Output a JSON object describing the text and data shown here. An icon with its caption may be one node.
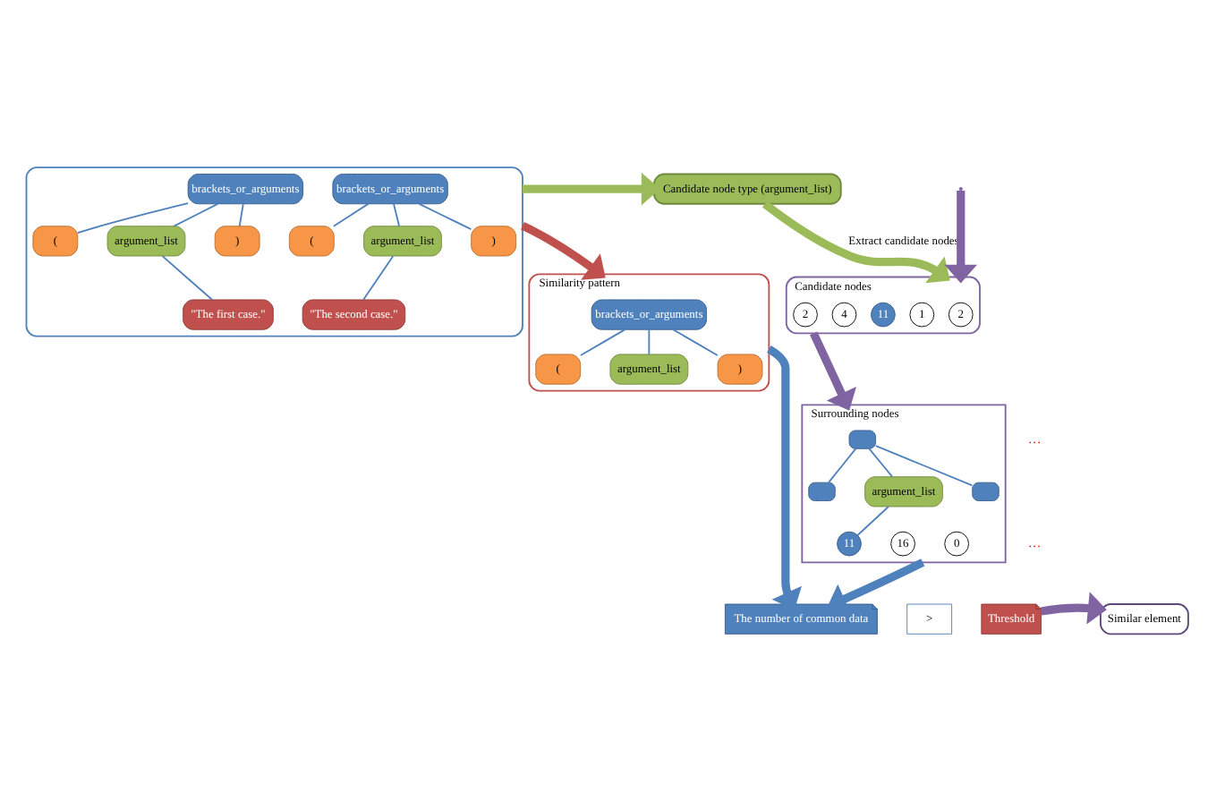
{
  "diagram": {
    "nodes": [
      {
        "text": [],
        "shape": "box"
      },
      {
        "text": [
          "brackets_or_arguments"
        ],
        "in": 0
      },
      {
        "text": [
          "("
        ],
        "in": 0
      },
      {
        "text": [
          "argument_list"
        ],
        "in": 0
      },
      {
        "text": [
          ")"
        ],
        "in": 0
      },
      {
        "text": [
          "\"The first case.\""
        ],
        "in": 0
      },
      {
        "text": [
          "brackets_or_arguments"
        ],
        "in": 0
      },
      {
        "text": [
          "("
        ],
        "in": 0
      },
      {
        "text": [
          "argument_list"
        ],
        "in": 0
      },
      {
        "text": [
          ")"
        ],
        "in": 0
      },
      {
        "text": [
          "\"The second case.\""
        ],
        "in": 0
      },
      {
        "text": [
          "Candidate node type (argument_list)"
        ]
      },
      {
        "text": [
          "Similarity pattern"
        ]
      },
      {
        "text": [
          "brackets_or_arguments"
        ],
        "in": 12
      },
      {
        "text": [
          "("
        ],
        "in": 12
      },
      {
        "text": [
          "argument_list"
        ],
        "in": 12
      },
      {
        "text": [
          ")"
        ],
        "in": 12
      },
      {
        "text": [
          "Surrounding nodes"
        ]
      },
      {
        "text": [],
        "shape": "box",
        "in": 17
      },
      {
        "text": [],
        "shape": "box",
        "in": 17
      },
      {
        "text": [
          "argument_list"
        ],
        "in": 17
      },
      {
        "text": [],
        "shape": "box",
        "in": 17
      },
      {
        "text": [
          "11"
        ],
        "in": 17
      },
      {
        "text": [
          "16"
        ],
        "in": 17
      },
      {
        "text": [
          "0"
        ],
        "in": 17
      },
      {
        "text": [
          "Candidate nodes"
        ]
      },
      {
        "text": [
          "2"
        ],
        "in": 25
      },
      {
        "text": [
          "1"
        ],
        "in": 25
      },
      {
        "text": [
          "11"
        ],
        "in": 25
      },
      {
        "text": [
          "4"
        ],
        "in": 25
      },
      {
        "text": [
          "2"
        ],
        "in": 25
      },
      {
        "text": [
          "The number of common data"
        ]
      },
      {
        "text": [
          ">"
        ]
      },
      {
        "text": [
          "Threshold"
        ]
      },
      {
        "text": [
          "Similar element"
        ]
      }
    ],
    "edges": [
      {
        "from": 1,
        "to": 2,
        "arrow": "none"
      },
      {
        "from": 1,
        "to": 3,
        "arrow": "none"
      },
      {
        "from": 1,
        "to": 4,
        "arrow": "none"
      },
      {
        "from": 3,
        "to": 5,
        "arrow": "none"
      },
      {
        "from": 6,
        "to": 7,
        "arrow": "none"
      },
      {
        "from": 6,
        "to": 8,
        "arrow": "none"
      },
      {
        "from": 6,
        "to": 9,
        "arrow": "none"
      },
      {
        "from": 8,
        "to": 10,
        "arrow": "none"
      },
      {
        "from": 13,
        "to": 14,
        "arrow": "none"
      },
      {
        "from": 13,
        "to": 15,
        "arrow": "none"
      },
      {
        "from": 13,
        "to": 16,
        "arrow": "none"
      },
      {
        "from": 18,
        "to": 19,
        "arrow": "none"
      },
      {
        "from": 18,
        "to": 20,
        "arrow": "none"
      },
      {
        "from": 18,
        "to": 21,
        "arrow": "none"
      },
      {
        "from": 20,
        "to": 22,
        "arrow": "none"
      },
      {
        "from": 0,
        "to": 11,
        "arrow": "to",
        "style": "thick",
        "color": "#9bbb59"
      },
      {
        "from": 11,
        "to": 25,
        "arrow": "to",
        "style": "thick",
        "color": "#9bbb59",
        "label": "Extract candidate nodes"
      },
      {
        "from": null,
        "to": 25,
        "arrow": "to",
        "style": "thick",
        "color": "#8064a2"
      },
      {
        "from": 25,
        "to": 17,
        "arrow": "to",
        "style": "thick",
        "color": "#8064a2"
      },
      {
        "from": 0,
        "to": 12,
        "arrow": "to",
        "style": "thick",
        "color": "#c0504d"
      },
      {
        "from": 12,
        "to": 31,
        "arrow": "to",
        "style": "thick",
        "color": "#4f81bd"
      },
      {
        "from": 17,
        "to": 31,
        "arrow": "to",
        "style": "thick",
        "color": "#4f81bd"
      },
      {
        "from": 33,
        "to": 34,
        "arrow": "to",
        "style": "thick",
        "color": "#8064a2"
      }
    ],
    "labels": [
      "…",
      "…"
    ]
  }
}
